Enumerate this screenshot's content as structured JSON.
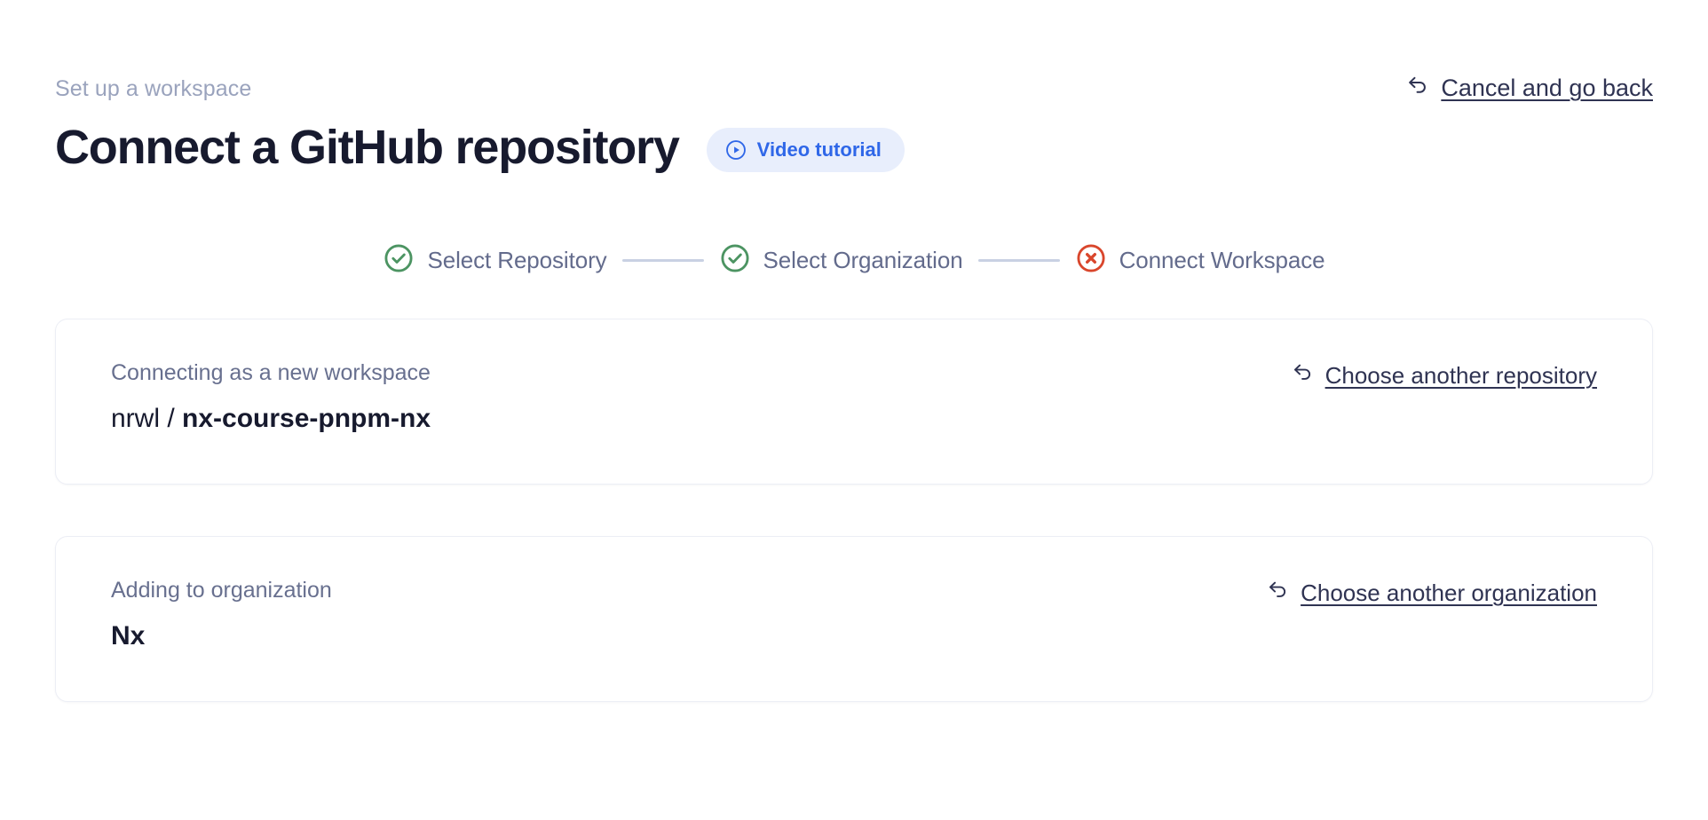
{
  "header": {
    "eyebrow": "Set up a workspace",
    "title": "Connect a GitHub repository",
    "video_badge": {
      "label": "Video tutorial",
      "icon": "play-circle-icon",
      "bg_color": "#e8eefc",
      "text_color": "#2f67e8"
    },
    "cancel_link": {
      "label": "Cancel and go back",
      "icon": "undo-arrow-icon"
    }
  },
  "stepper": {
    "steps": [
      {
        "label": "Select Repository",
        "state": "complete",
        "icon": "check-circle-icon",
        "color": "#4c9462"
      },
      {
        "label": "Select Organization",
        "state": "complete",
        "icon": "check-circle-icon",
        "color": "#4c9462"
      },
      {
        "label": "Connect Workspace",
        "state": "error",
        "icon": "x-circle-icon",
        "color": "#d9462c"
      }
    ],
    "connector_color": "#c9d1e3",
    "label_color": "#636b8c"
  },
  "cards": [
    {
      "eyebrow": "Connecting as a new workspace",
      "value_owner": "nrwl / ",
      "value_repo": "nx-course-pnpm-nx",
      "link": {
        "label": "Choose another repository",
        "icon": "undo-arrow-icon"
      }
    },
    {
      "eyebrow": "Adding to organization",
      "value": "Nx",
      "link": {
        "label": "Choose another organization",
        "icon": "undo-arrow-icon"
      }
    }
  ],
  "colors": {
    "page_bg": "#ffffff",
    "title": "#171a2e",
    "eyebrow": "#9aa3bd",
    "card_border": "#eceef5",
    "link": "#2f3352"
  }
}
